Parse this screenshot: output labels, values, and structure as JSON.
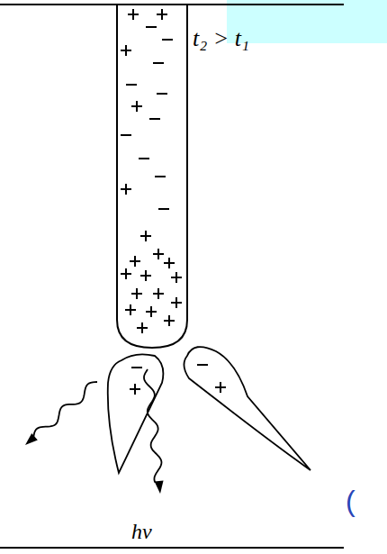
{
  "diagram": {
    "labels": [
      "t₂ > t₁",
      "hν",
      "("
    ]
  }
}
